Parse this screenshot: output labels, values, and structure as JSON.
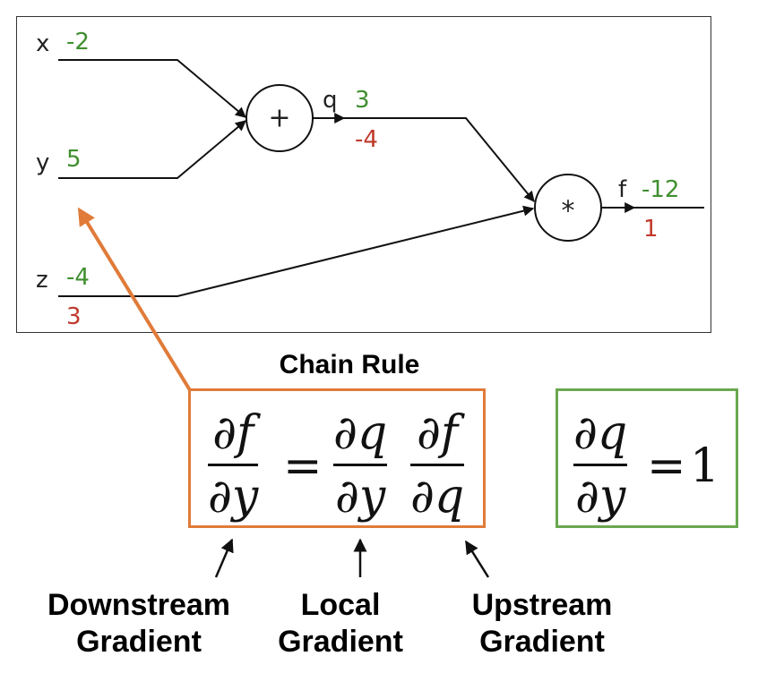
{
  "graph": {
    "inputs": {
      "x": {
        "name": "x",
        "value": "-2"
      },
      "y": {
        "name": "y",
        "value": "5"
      },
      "z": {
        "name": "z",
        "value": "-4",
        "grad": "3"
      }
    },
    "nodes": {
      "add": {
        "symbol": "+"
      },
      "mul": {
        "symbol": "*"
      }
    },
    "q": {
      "name": "q",
      "value": "3",
      "grad": "-4"
    },
    "f": {
      "name": "f",
      "value": "-12",
      "grad": "1"
    }
  },
  "chain_rule": {
    "title": "Chain Rule",
    "lhs": {
      "num": "∂f",
      "den": "∂y"
    },
    "equals": "=",
    "local": {
      "num": "∂q",
      "den": "∂y"
    },
    "upstream": {
      "num": "∂f",
      "den": "∂q"
    }
  },
  "local_value": {
    "num": "∂q",
    "den": "∂y",
    "equals": "=",
    "value": "1"
  },
  "captions": {
    "downstream": {
      "line1": "Downstream",
      "line2": "Gradient"
    },
    "local": {
      "line1": "Local",
      "line2": "Gradient"
    },
    "upstream": {
      "line1": "Upstream",
      "line2": "Gradient"
    }
  },
  "colors": {
    "forward": "#3f8f2f",
    "backward": "#c0392b",
    "orange": "#e07b39",
    "green": "#6aa84f"
  }
}
